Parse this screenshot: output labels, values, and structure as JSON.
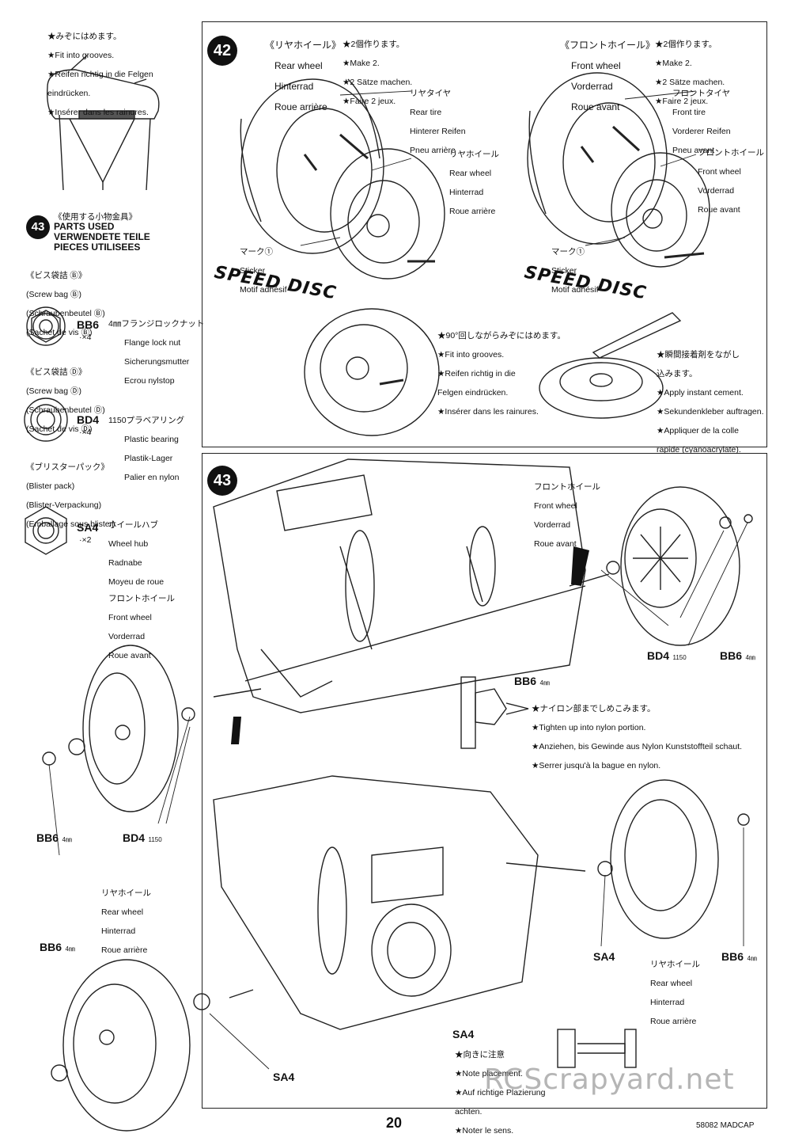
{
  "sidebar": {
    "grooves_note": [
      "★みぞにはめます。",
      "★Fit into grooves.",
      "★Reifen richtig in die Felgen",
      "   eindrücken.",
      "★Insérer dans les rainures."
    ],
    "parts_used": {
      "step": "43",
      "title_jp": "《使用する小物金具》",
      "title_en": "PARTS USED",
      "title_de": "VERWENDETE TEILE",
      "title_fr": "PIECES UTILISEES"
    },
    "bag_b": [
      "《ビス袋詰 Ⓑ》",
      "(Screw bag Ⓑ)",
      "(Schraubenbeutel Ⓑ)",
      "(Sachet de vis Ⓑ)"
    ],
    "bb6": {
      "code": "BB6",
      "qty": "·×4",
      "name": [
        "4㎜フランジロックナット",
        "Flange lock nut",
        "Sicherungsmutter",
        "Ecrou nylstop"
      ]
    },
    "bag_d": [
      "《ビス袋詰 Ⓓ》",
      "(Screw bag Ⓓ)",
      "(Schraubenbeutel Ⓓ)",
      "(Sachet de vis Ⓓ)"
    ],
    "bd4": {
      "code": "BD4",
      "qty": "·×4",
      "name": [
        "1150プラベアリング",
        "Plastic bearing",
        "Plastik-Lager",
        "Palier en nylon"
      ]
    },
    "blister": [
      "《ブリスターパック》",
      "(Blister pack)",
      "(Blister-Verpackung)",
      "(Emballage sous blister)"
    ],
    "sa4": {
      "code": "SA4",
      "qty": "·×2",
      "name": [
        "ホイールハブ",
        "Wheel hub",
        "Radnabe",
        "Moyeu de roue"
      ]
    }
  },
  "step42": {
    "number": "42",
    "rear_title": [
      "《リヤホイール》",
      "Rear wheel",
      "Hinterrad",
      "Roue arrière"
    ],
    "rear_make": [
      "★2個作ります。",
      "★Make 2.",
      "★2 Sätze machen.",
      "★Faire 2 jeux."
    ],
    "front_title": [
      "《フロントホイール》",
      "Front wheel",
      "Vorderrad",
      "Roue avant"
    ],
    "front_make": [
      "★2個作ります。",
      "★Make 2.",
      "★2 Sätze machen.",
      "★Faire 2 jeux."
    ],
    "rear_tire": [
      "リヤタイヤ",
      "Rear tire",
      "Hinterer Reifen",
      "Pneu arrière"
    ],
    "rear_wheel": [
      "リヤホイール",
      "Rear wheel",
      "Hinterrad",
      "Roue arrière"
    ],
    "front_tire": [
      "フロントタイヤ",
      "Front tire",
      "Vorderer Reifen",
      "Pneu avant"
    ],
    "front_wheel": [
      "フロントホイール",
      "Front wheel",
      "Vorderrad",
      "Roue avant"
    ],
    "mark_left": [
      "マーク①",
      "Sticker",
      "Motif adhésif"
    ],
    "mark_right": [
      "マーク①",
      "Sticker",
      "Motif adhésif"
    ],
    "speed_disc": "SPEED DISC",
    "rotate_note": [
      "★90°回しながらみぞにはめます。",
      "★Fit into grooves.",
      "★Reifen richtig in die",
      "  Felgen eindrücken.",
      "★Insérer dans les rainures."
    ],
    "glue_note": [
      "★瞬間接着剤をながし",
      "  込みます。",
      "★Apply instant cement.",
      "★Sekundenkleber auftragen.",
      "★Appliquer de la colle",
      "  rapide (cyanoacrylate)."
    ]
  },
  "step43": {
    "number": "43",
    "front_wheel_right": [
      "フロントホイール",
      "Front wheel",
      "Vorderrad",
      "Roue avant"
    ],
    "front_wheel_left": [
      "フロントホイール",
      "Front wheel",
      "Vorderrad",
      "Roue avant"
    ],
    "bd4_right": "BD4",
    "bd4_right_size": "1150",
    "bb6_right": "BB6",
    "bb6_right_size": "4㎜",
    "nylon_code": "BB6",
    "nylon_size": "4㎜",
    "nylon_note": [
      "★ナイロン部までしめこみます。",
      "★Tighten up into nylon portion.",
      "★Anziehen, bis Gewinde aus Nylon Kunststoffteil  schaut.",
      "★Serrer jusqu'à la bague en nylon."
    ],
    "bb6_left": "BB6",
    "bb6_left_size": "4㎜",
    "bd4_left": "BD4",
    "bd4_left_size": "1150",
    "rear_wheel_left": [
      "リヤホイール",
      "Rear wheel",
      "Hinterrad",
      "Roue arrière"
    ],
    "bb6_rear_left": "BB6",
    "bb6_rear_left_size": "4㎜",
    "sa4_rear_left": "SA4",
    "sa4_rear_right": "SA4",
    "rear_wheel_right": [
      "リヤホイール",
      "Rear wheel",
      "Hinterrad",
      "Roue arrière"
    ],
    "bb6_rear_right": "BB6",
    "bb6_rear_right_size": "4㎜",
    "sa4_note_code": "SA4",
    "sa4_note": [
      "★向きに注意",
      "★Note placement.",
      "★Auf richtige Plazierung",
      "  achten.",
      "★Noter le sens."
    ]
  },
  "footer": {
    "page_number": "20",
    "product": "58082 MADCAP",
    "watermark": "RCScrapyard.net"
  }
}
